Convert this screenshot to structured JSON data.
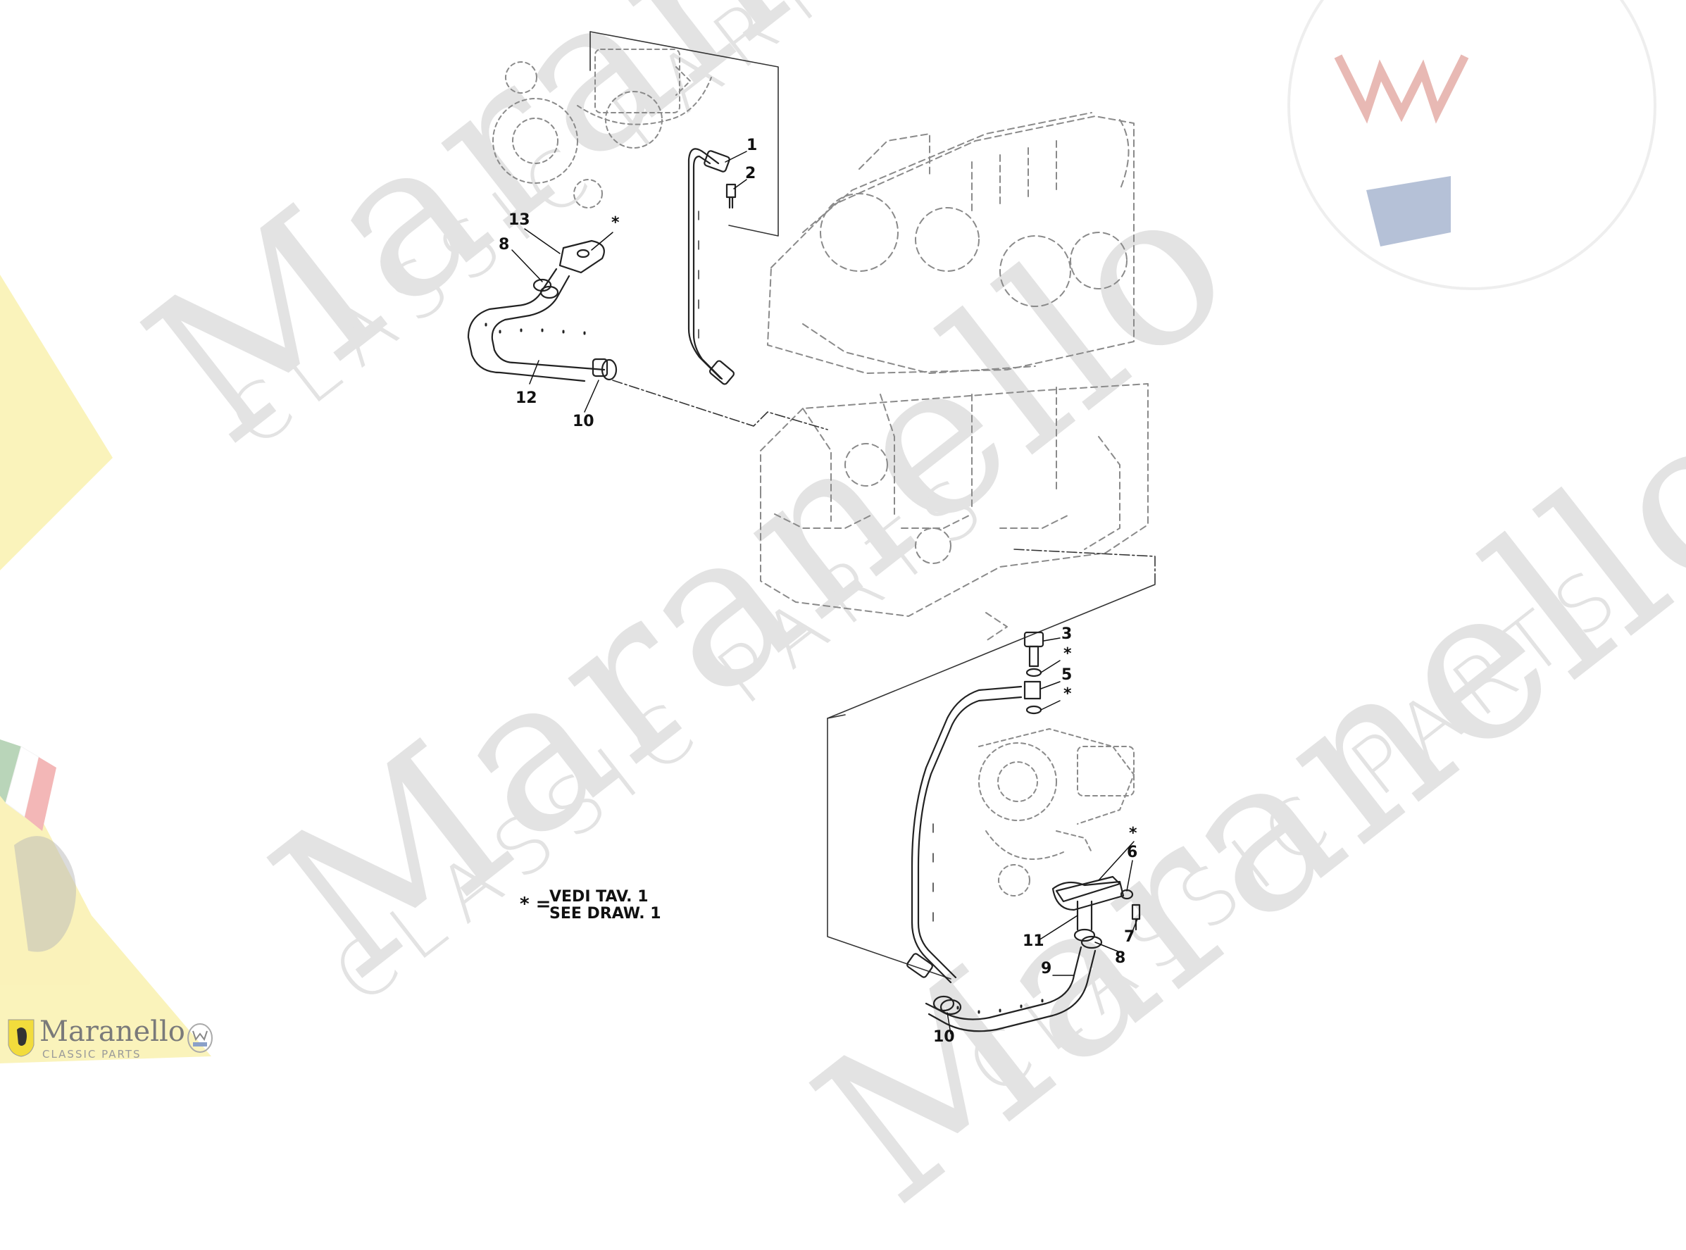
{
  "watermark": {
    "brand": "Maranello",
    "tagline": "CLASSIC PARTS",
    "color": "#e3e3e3"
  },
  "callouts": [
    {
      "label": "1"
    },
    {
      "label": "2"
    },
    {
      "label": "13"
    },
    {
      "label": "*"
    },
    {
      "label": "8"
    },
    {
      "label": "12"
    },
    {
      "label": "10"
    },
    {
      "label": "3"
    },
    {
      "label": "*"
    },
    {
      "label": "5"
    },
    {
      "label": "*"
    },
    {
      "label": "*"
    },
    {
      "label": "6"
    },
    {
      "label": "7"
    },
    {
      "label": "11"
    },
    {
      "label": "8"
    },
    {
      "label": "9"
    },
    {
      "label": "10"
    }
  ],
  "note": {
    "symbol": "* =",
    "line1": "VEDI TAV. 1",
    "line2": "SEE DRAW. 1"
  },
  "logo": {
    "name": "Maranello",
    "sub": "CLASSIC PARTS",
    "icon": "trident-badge-icon"
  },
  "colors": {
    "line": "#222222",
    "ghost_line": "#9a9a9a",
    "ferrari_yellow": "#f2dc3c",
    "maserati_red": "#c0392b",
    "maserati_blue": "#2f4f8f"
  }
}
